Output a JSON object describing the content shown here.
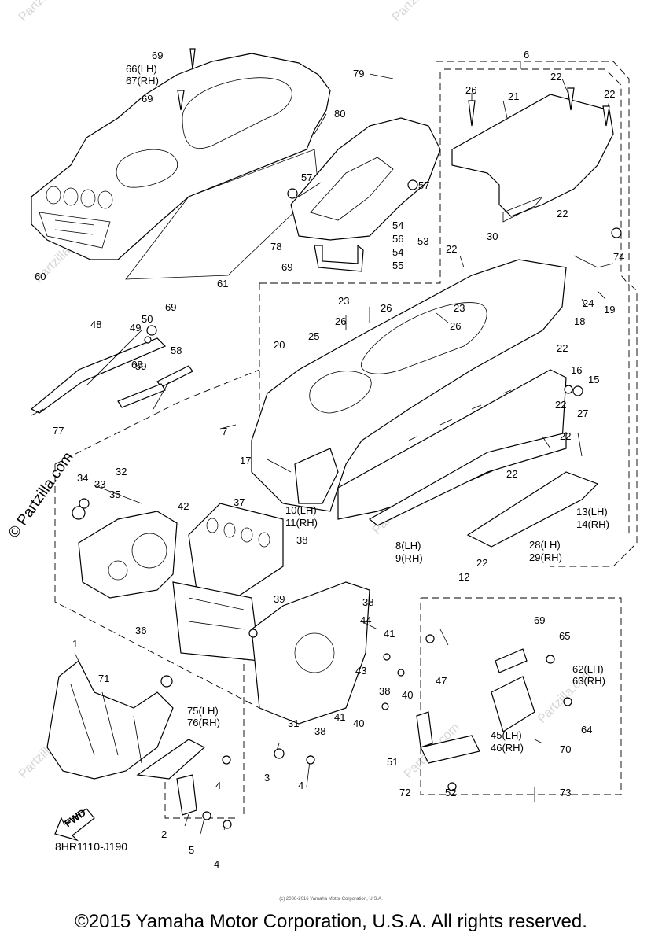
{
  "watermark": "Partzilla.com",
  "side_watermark": "© Partzilla.com",
  "diagram_code": "8HR1110-J190",
  "fwd_label": "FWD",
  "small_copyright": "(c) 2006-2016 Yamaha Motor Corporation, U.S.A.",
  "copyright": "©2015 Yamaha Motor Corporation, U.S.A. All rights reserved.",
  "callouts": {
    "c1": "1",
    "c2": "2",
    "c3": "3",
    "c4a": "4",
    "c4b": "4",
    "c4c": "4",
    "c5": "5",
    "c6": "6",
    "c7": "7",
    "c8": "8(LH)",
    "c9": "9(RH)",
    "c10": "10(LH)",
    "c11": "11(RH)",
    "c12": "12",
    "c13": "13(LH)",
    "c14": "14(RH)",
    "c15": "15",
    "c16": "16",
    "c17": "17",
    "c18": "18",
    "c19": "19",
    "c20": "20",
    "c21": "21",
    "c22a": "22",
    "c22b": "22",
    "c22c": "22",
    "c22d": "22",
    "c22e": "22",
    "c22f": "22",
    "c22g": "22",
    "c22h": "22",
    "c22i": "22",
    "c23a": "23",
    "c23b": "23",
    "c24": "24",
    "c25": "25",
    "c26a": "26",
    "c26b": "26",
    "c26c": "26",
    "c26d": "26",
    "c27": "27",
    "c28": "28(LH)",
    "c29": "29(RH)",
    "c30": "30",
    "c31": "31",
    "c32": "32",
    "c33": "33",
    "c34": "34",
    "c35": "35",
    "c36": "36",
    "c37": "37",
    "c38a": "38",
    "c38b": "38",
    "c38c": "38",
    "c38d": "38",
    "c39": "39",
    "c40a": "40",
    "c40b": "40",
    "c41a": "41",
    "c41b": "41",
    "c42": "42",
    "c43": "43",
    "c44": "44",
    "c45": "45(LH)",
    "c46": "46(RH)",
    "c47": "47",
    "c48": "48",
    "c49": "49",
    "c50": "50",
    "c51": "51",
    "c52": "52",
    "c53": "53",
    "c54a": "54",
    "c54b": "54",
    "c55": "55",
    "c56": "56",
    "c57a": "57",
    "c57b": "57",
    "c58": "58",
    "c59": "59",
    "c60": "60",
    "c61": "61",
    "c62": "62(LH)",
    "c63": "63(RH)",
    "c64": "64",
    "c65": "65",
    "c66": "66(LH)",
    "c67": "67(RH)",
    "c68": "68",
    "c69a": "69",
    "c69b": "69",
    "c69c": "69",
    "c69d": "69",
    "c69e": "69",
    "c70": "70",
    "c71": "71",
    "c72": "72",
    "c73": "73",
    "c74": "74",
    "c75": "75(LH)",
    "c76": "76(RH)",
    "c77": "77",
    "c78": "78",
    "c79": "79",
    "c80": "80"
  }
}
